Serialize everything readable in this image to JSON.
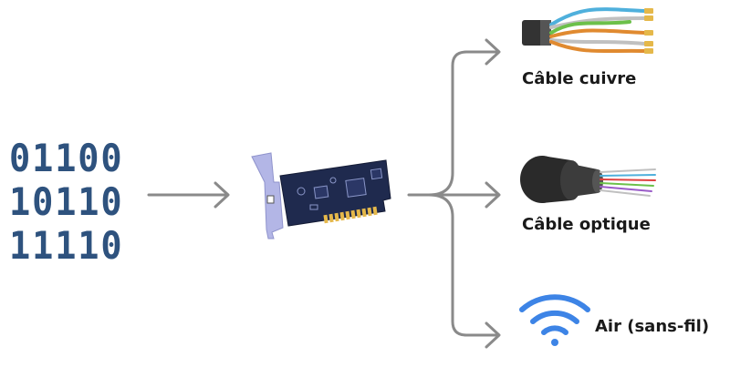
{
  "binary_rows": [
    "01100",
    "10110",
    "11110"
  ],
  "outputs": {
    "copper_label": "Câble cuivre",
    "optical_label": "Câble optique",
    "wireless_label": "Air (sans-fil)"
  },
  "colors": {
    "binary": "#2e527e",
    "arrow": "#8a8a8a",
    "wifi": "#3d84e6",
    "card_pcb": "#1f2a4e",
    "bracket": "#b3b6e6",
    "gold": "#e5b84a"
  }
}
